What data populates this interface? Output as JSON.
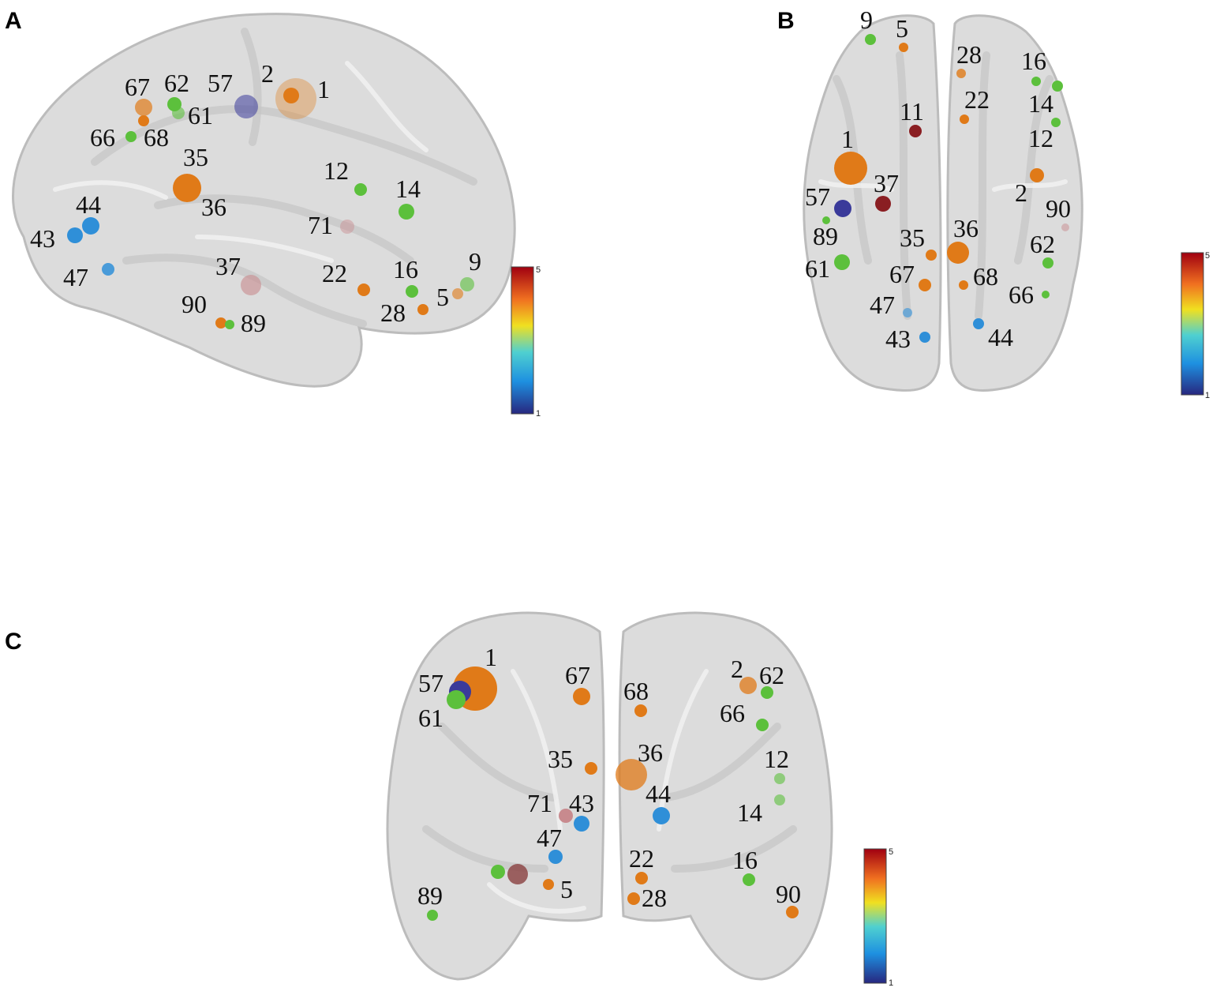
{
  "panels": [
    {
      "id": "A",
      "label": "A"
    },
    {
      "id": "B",
      "label": "B"
    },
    {
      "id": "C",
      "label": "C"
    }
  ],
  "colorbar": {
    "min_label": "1",
    "max_label": "5",
    "stops": [
      "#27277f",
      "#1e90e0",
      "#4fd0d0",
      "#f0e020",
      "#f07020",
      "#a00010"
    ]
  },
  "node_colors": {
    "dark-blue": "#3a3a9a",
    "blue": "#2f8fd8",
    "green": "#5cc03c",
    "orange": "#e07a18",
    "dark-red": "#8a1e22",
    "pink": "#c88a8e"
  },
  "regions": {
    "A": [
      {
        "id": "67",
        "color": "orange",
        "size": 11
      },
      {
        "id": "62",
        "color": "green",
        "size": 9
      },
      {
        "id": "57",
        "color": "dark-blue",
        "size": 15,
        "alpha": 0.55
      },
      {
        "id": "2",
        "color": "orange",
        "size": 10
      },
      {
        "id": "1",
        "color": "orange",
        "size": 26,
        "alpha": 0.35
      },
      {
        "id": "61",
        "color": "green",
        "size": 8
      },
      {
        "id": "66",
        "color": "green",
        "size": 7
      },
      {
        "id": "68",
        "color": "orange",
        "size": 7
      },
      {
        "id": "35",
        "color": "orange",
        "size": 18
      },
      {
        "id": "36",
        "color": "orange",
        "size": 4
      },
      {
        "id": "12",
        "color": "green",
        "size": 8
      },
      {
        "id": "14",
        "color": "green",
        "size": 10
      },
      {
        "id": "44",
        "color": "blue",
        "size": 11
      },
      {
        "id": "43",
        "color": "blue",
        "size": 10
      },
      {
        "id": "71",
        "color": "pink",
        "size": 9,
        "alpha": 0.45
      },
      {
        "id": "47",
        "color": "blue",
        "size": 8
      },
      {
        "id": "37",
        "color": "pink",
        "size": 13,
        "alpha": 0.6
      },
      {
        "id": "22",
        "color": "orange",
        "size": 8
      },
      {
        "id": "16",
        "color": "green",
        "size": 8
      },
      {
        "id": "9",
        "color": "green",
        "size": 9,
        "alpha": 0.6
      },
      {
        "id": "5",
        "color": "orange",
        "size": 7,
        "alpha": 0.6
      },
      {
        "id": "28",
        "color": "orange",
        "size": 7
      },
      {
        "id": "90",
        "color": "orange",
        "size": 7
      },
      {
        "id": "89",
        "color": "green",
        "size": 6
      }
    ],
    "B": [
      {
        "id": "9",
        "color": "green",
        "size": 7
      },
      {
        "id": "5",
        "color": "orange",
        "size": 6
      },
      {
        "id": "28",
        "color": "orange",
        "size": 6
      },
      {
        "id": "16",
        "color": "green",
        "size": 6
      },
      {
        "id": "22",
        "color": "orange",
        "size": 6
      },
      {
        "id": "14",
        "color": "green",
        "size": 6
      },
      {
        "id": "11",
        "color": "dark-red",
        "size": 8
      },
      {
        "id": "12",
        "color": "green",
        "size": 6
      },
      {
        "id": "1",
        "color": "orange",
        "size": 21
      },
      {
        "id": "37",
        "color": "dark-red",
        "size": 10
      },
      {
        "id": "2",
        "color": "orange",
        "size": 9
      },
      {
        "id": "57",
        "color": "dark-blue",
        "size": 11
      },
      {
        "id": "90",
        "color": "pink",
        "size": 5,
        "alpha": 0.5
      },
      {
        "id": "89",
        "color": "green",
        "size": 5
      },
      {
        "id": "35",
        "color": "orange",
        "size": 7
      },
      {
        "id": "36",
        "color": "orange",
        "size": 14
      },
      {
        "id": "62",
        "color": "green",
        "size": 7
      },
      {
        "id": "61",
        "color": "green",
        "size": 10
      },
      {
        "id": "67",
        "color": "orange",
        "size": 8
      },
      {
        "id": "68",
        "color": "orange",
        "size": 6
      },
      {
        "id": "66",
        "color": "green",
        "size": 5
      },
      {
        "id": "47",
        "color": "blue",
        "size": 6,
        "alpha": 0.6
      },
      {
        "id": "43",
        "color": "blue",
        "size": 7
      },
      {
        "id": "44",
        "color": "blue",
        "size": 7
      }
    ],
    "C": [
      {
        "id": "1",
        "color": "orange",
        "size": 28
      },
      {
        "id": "57",
        "color": "dark-blue",
        "size": 14
      },
      {
        "id": "61",
        "color": "green",
        "size": 12
      },
      {
        "id": "67",
        "color": "orange",
        "size": 11
      },
      {
        "id": "68",
        "color": "orange",
        "size": 8
      },
      {
        "id": "2",
        "color": "orange",
        "size": 11
      },
      {
        "id": "62",
        "color": "green",
        "size": 8
      },
      {
        "id": "66",
        "color": "green",
        "size": 8
      },
      {
        "id": "35",
        "color": "orange",
        "size": 8
      },
      {
        "id": "36",
        "color": "orange",
        "size": 20,
        "alpha": 0.75
      },
      {
        "id": "12",
        "color": "green",
        "size": 7,
        "alpha": 0.6
      },
      {
        "id": "44",
        "color": "blue",
        "size": 11
      },
      {
        "id": "71",
        "color": "pink",
        "size": 9
      },
      {
        "id": "43",
        "color": "blue",
        "size": 10
      },
      {
        "id": "14",
        "color": "green",
        "size": 7,
        "alpha": 0.6
      },
      {
        "id": "47",
        "color": "blue",
        "size": 9
      },
      {
        "id": "22",
        "color": "orange",
        "size": 8
      },
      {
        "id": "16",
        "color": "green",
        "size": 8
      },
      {
        "id": "5",
        "color": "orange",
        "size": 7
      },
      {
        "id": "28",
        "color": "orange",
        "size": 8
      },
      {
        "id": "90",
        "color": "orange",
        "size": 8
      },
      {
        "id": "89",
        "color": "green",
        "size": 7
      },
      {
        "id": "unlabeled-a",
        "color": "green",
        "size": 9
      },
      {
        "id": "unlabeled-b",
        "color": "pink",
        "size": 13,
        "alpha": 0.8
      }
    ]
  }
}
